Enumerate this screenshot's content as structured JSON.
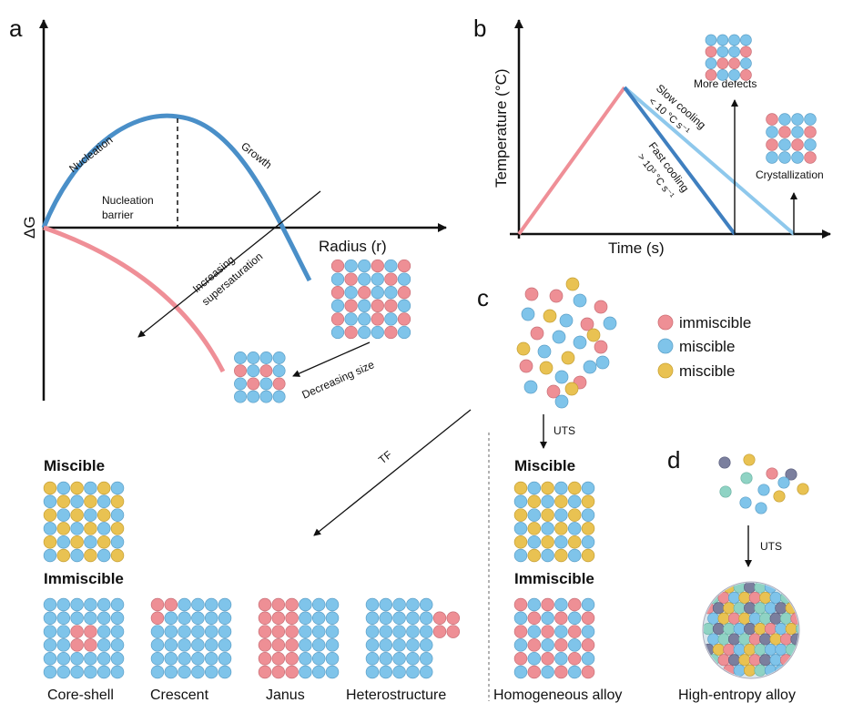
{
  "panels": {
    "a": {
      "letter": "a",
      "y_axis_label": "ΔG",
      "x_axis_label": "Radius (r)",
      "nucleation": "Nucleation",
      "growth": "Growth",
      "barrier_line1": "Nucleation",
      "barrier_line2": "barrier",
      "supersat_line1": "Increasing",
      "supersat_line2": "supersaturation",
      "decreasing_size": "Decreasing size"
    },
    "b": {
      "letter": "b",
      "y_axis_label": "Temperature (°C)",
      "x_axis_label": "Time (s)",
      "slow_line1": "Slow cooling",
      "slow_line2": "< 10 °C s⁻¹",
      "fast_line1": "Fast cooling",
      "fast_line2": "> 10³ °C s⁻¹",
      "more_defects": "More defects",
      "crystallization": "Crystallization"
    },
    "c": {
      "letter": "c",
      "legend": [
        {
          "label": "immiscible",
          "color": "#ee8f95"
        },
        {
          "label": "miscible",
          "color": "#7fc4ea"
        },
        {
          "label": "miscible",
          "color": "#e9c252"
        }
      ],
      "uts_label": "UTS",
      "tf_label": "TF",
      "miscible_heading": "Miscible",
      "immiscible_heading": "Immiscible",
      "homogeneous_alloy": "Homogeneous alloy"
    },
    "d": {
      "letter": "d",
      "uts_label": "UTS",
      "high_entropy_alloy": "High-entropy alloy"
    },
    "tf": {
      "miscible_heading": "Miscible",
      "immiscible_heading": "Immiscible",
      "morphologies": [
        "Core-shell",
        "Crescent",
        "Janus",
        "Heterostructure"
      ]
    }
  },
  "colors": {
    "pink": "#ee8f95",
    "blue": "#7fc4ea",
    "yellow": "#e9c252",
    "teal": "#8fd3c4",
    "slate": "#7b7f9e",
    "curve_blue": "#4a8fc8",
    "curve_pink": "#ef8f97",
    "dark_blue": "#3f7fbf",
    "light_blue": "#8ec8ec"
  }
}
